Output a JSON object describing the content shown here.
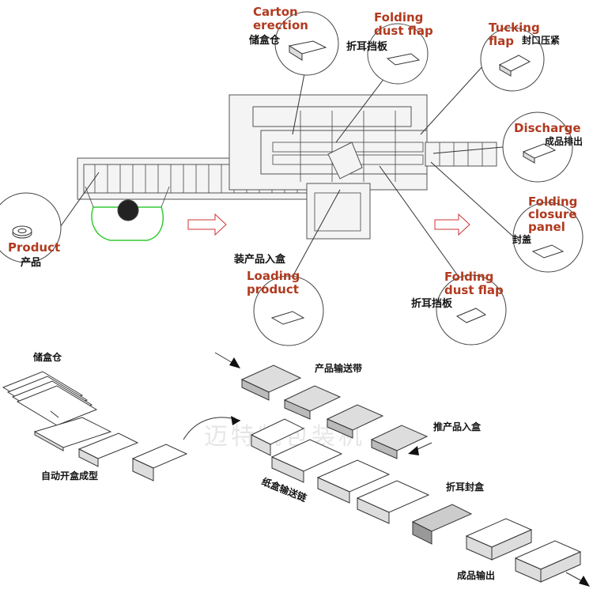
{
  "watermark": "迈特凯包装机",
  "top_labels": {
    "carton_erection_en1": "Carton",
    "carton_erection_en2": "erection",
    "carton_erection_zh": "储盒仓",
    "folding_dust_flap_top_en1": "Folding",
    "folding_dust_flap_top_en2": "dust flap",
    "folding_dust_flap_top_zh": "折耳挡板",
    "tucking_flap_en1": "Tucking",
    "tucking_flap_en2": "flap",
    "tucking_flap_zh": "封口压紧",
    "discharge_en": "Discharge",
    "discharge_zh": "成品排出",
    "folding_closure_en1": "Folding",
    "folding_closure_en2": "closure",
    "folding_closure_en3": "panel",
    "folding_closure_zh": "封盖",
    "product_en": "Product",
    "product_zh": "产品",
    "loading_zh": "装产品入盒",
    "loading_en1": "Loading",
    "loading_en2": "product",
    "folding_dust_flap_bottom_en1": "Folding",
    "folding_dust_flap_bottom_en2": "dust flap",
    "folding_dust_flap_bottom_zh": "折耳挡板"
  },
  "bottom_labels": {
    "storage": "储盒仓",
    "auto_open": "自动开盒成型",
    "product_conveyor": "产品输送带",
    "push_product": "推产品入盒",
    "carton_conveyor": "纸盒输送链",
    "fold_seal": "折耳封盒",
    "output": "成品输出"
  },
  "colors": {
    "label_red": "#b03a1f",
    "operator_green": "#33cc33",
    "arrow_outline": "#cc3333",
    "line": "#333333"
  }
}
